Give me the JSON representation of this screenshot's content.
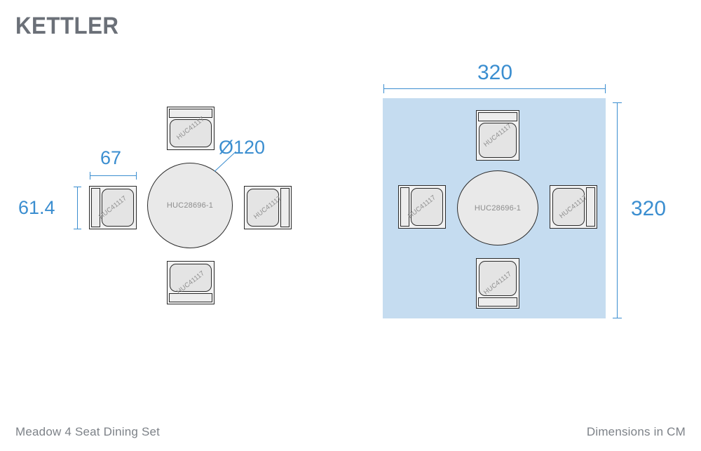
{
  "brand": {
    "name": "KETTLER"
  },
  "footer": {
    "product": "Meadow 4 Seat Dining Set",
    "units": "Dimensions in CM"
  },
  "colors": {
    "dimension_blue": "#3b8ed0",
    "footprint_blue": "#c5dcf0",
    "outline": "#2b2b2b",
    "label_gray": "#8d8d8d",
    "brand_gray": "#6b7078",
    "footer_gray": "#7d8288"
  },
  "product_codes": {
    "table": "HUC28696-1",
    "chair": "HUC41117"
  },
  "left_view": {
    "title": "individual-piece-dimensions",
    "table_label": "HUC28696-1",
    "table_diameter_label": "Ø120",
    "chair_width_label": "67",
    "chair_depth_label": "61.4",
    "chairs": [
      {
        "position": "top",
        "label": "HUC41117"
      },
      {
        "position": "left",
        "label": "HUC41117"
      },
      {
        "position": "right",
        "label": "HUC41117"
      },
      {
        "position": "bottom",
        "label": "HUC41117"
      }
    ]
  },
  "right_view": {
    "title": "overall-footprint-dimensions",
    "table_label": "HUC28696-1",
    "width_label": "320",
    "height_label": "320",
    "chairs": [
      {
        "position": "top",
        "label": "HUC41117"
      },
      {
        "position": "left",
        "label": "HUC41117"
      },
      {
        "position": "right",
        "label": "HUC41117"
      },
      {
        "position": "bottom",
        "label": "HUC41117"
      }
    ]
  },
  "chart_data": {
    "type": "table",
    "title": "Meadow 4 Seat Dining Set - Dimensions in CM",
    "measurements": [
      {
        "item": "Table diameter",
        "code": "HUC28696-1",
        "label": "Ø120",
        "value": 120,
        "unit": "cm"
      },
      {
        "item": "Chair width",
        "code": "HUC41117",
        "label": "67",
        "value": 67,
        "unit": "cm"
      },
      {
        "item": "Chair depth",
        "code": "HUC41117",
        "label": "61.4",
        "value": 61.4,
        "unit": "cm"
      },
      {
        "item": "Set footprint width",
        "code": "",
        "label": "320",
        "value": 320,
        "unit": "cm"
      },
      {
        "item": "Set footprint height",
        "code": "",
        "label": "320",
        "value": 320,
        "unit": "cm"
      }
    ]
  }
}
